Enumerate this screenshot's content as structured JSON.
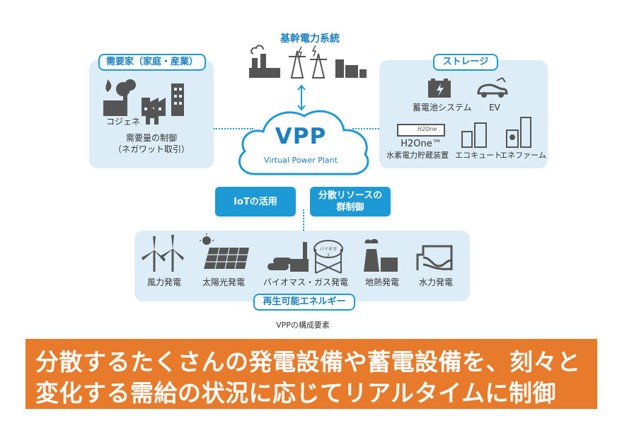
{
  "grid": {
    "title": "基幹電力系統"
  },
  "demand": {
    "tag": "需要家（家庭・産業）",
    "cogene": "コジェネ",
    "control_line1": "需要量の制御",
    "control_line2": "（ネガワット取引）"
  },
  "storage": {
    "tag": "ストレージ",
    "battery": "蓄電池システム",
    "ev": "EV",
    "h2one_logo": "H2One",
    "h2one_line1": "H2One™",
    "h2one_line2": "水素電力貯蔵装置",
    "ecocute": "エコキュート",
    "enefarm": "エネファーム"
  },
  "vpp": {
    "title": "VPP",
    "subtitle": "Virtual Power Plant"
  },
  "buttons": {
    "iot": "IoTの活用",
    "group_line1": "分散リソースの",
    "group_line2": "群制御"
  },
  "renewable": {
    "tag": "再生可能エネルギー",
    "wind": "風力発電",
    "solar": "太陽光発電",
    "biomass": "バイオマス・ガス発電",
    "biogas_tank": "バイオガス",
    "geo": "地熱発電",
    "hydro": "水力発電"
  },
  "caption": "VPPの構成要素",
  "banner": {
    "line1": "分散するたくさんの発電設備や蓄電設備を、刻々と",
    "line2": "変化する需給の状況に応じてリアルタイムに制御"
  },
  "colors": {
    "accent": "#1d9ad6",
    "panel": "#dcedf8",
    "icon": "#555555",
    "banner": "#e87a2c"
  }
}
